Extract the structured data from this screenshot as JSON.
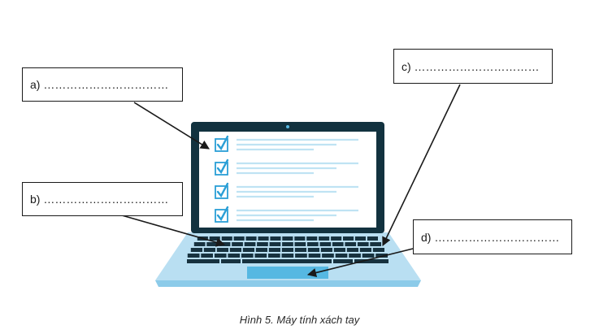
{
  "labels": {
    "a": "a) ……………………………",
    "b": "b) ……………………………",
    "c": "c) ……………………………",
    "d": "d) ……………………………"
  },
  "caption": "Hình 5. Máy tính xách tay",
  "colors": {
    "screen_frame": "#12323f",
    "screen": "#ffffff",
    "checkbox": "#2a9fd6",
    "text_lines": "#bfe3f3",
    "keyboard_deck": "#b9dff2",
    "keys": "#17323f",
    "touchpad": "#56b8e2",
    "base_edge": "#8ccbe9"
  },
  "checklist_items": 4
}
